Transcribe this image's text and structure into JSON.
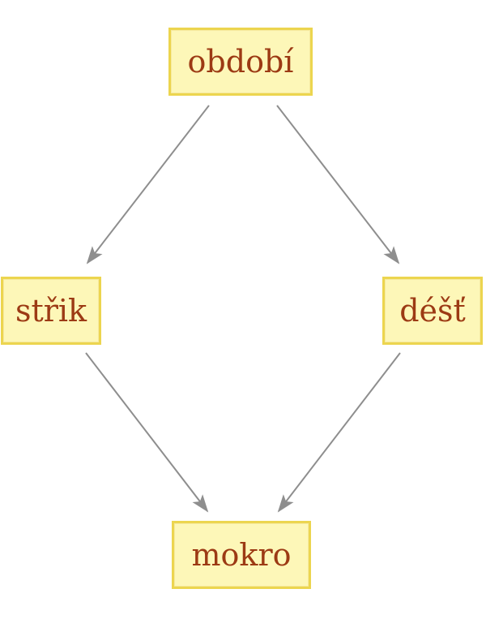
{
  "nodes": {
    "top": "období",
    "left": "střik",
    "right": "déšť",
    "bottom": "mokro"
  },
  "edges": [
    {
      "from": "top",
      "to": "left"
    },
    {
      "from": "top",
      "to": "right"
    },
    {
      "from": "left",
      "to": "bottom"
    },
    {
      "from": "right",
      "to": "bottom"
    }
  ],
  "colors": {
    "node_fill": "#fdf7b8",
    "node_border": "#ecd54f",
    "node_text": "#9c3a14",
    "arrow": "#8e8e8e"
  }
}
